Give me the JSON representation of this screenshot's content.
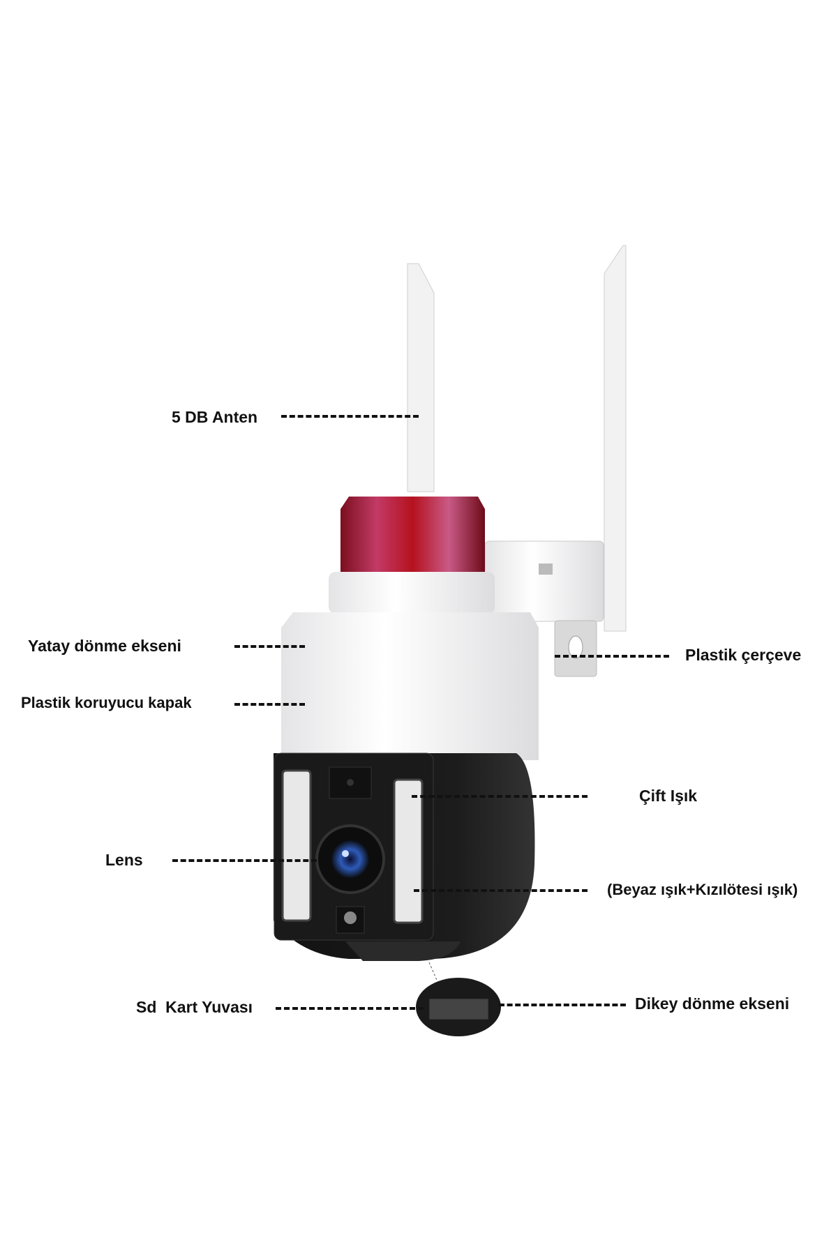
{
  "labels": {
    "antenna": "5 DB Anten",
    "horizontal_axis": "Yatay dönme ekseni",
    "cover": "Plastik koruyucu kapak",
    "frame": "Plastik çerçeve",
    "dual_light": "Çift Işık",
    "lens": "Lens",
    "light_types": "(Beyaz ışık+Kızılötesi ışık)",
    "sd_slot": "Sd  Kart Yuvası",
    "vertical_axis": "Dikey dönme ekseni"
  }
}
